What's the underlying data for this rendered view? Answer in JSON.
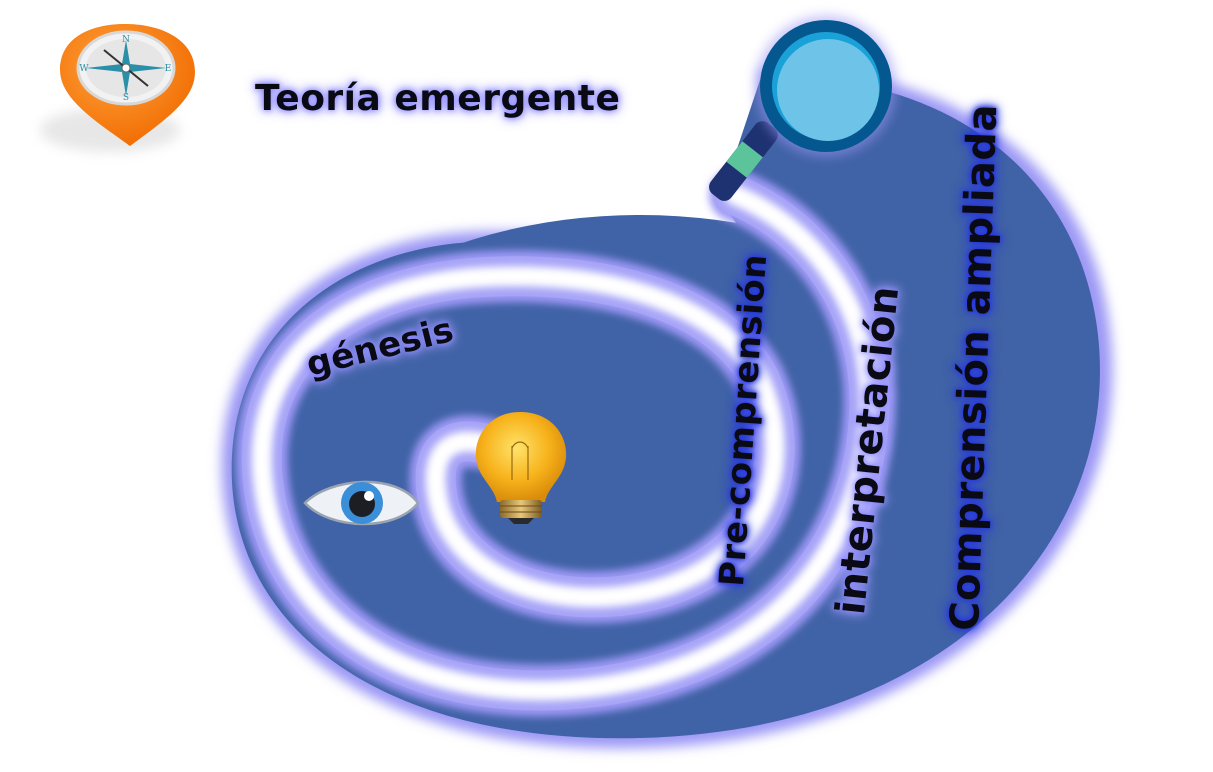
{
  "diagram": {
    "title": "Teoría emergente",
    "stages": [
      {
        "id": "genesis",
        "label": "génesis"
      },
      {
        "id": "pre-comprension",
        "label": "Pre-comprensión"
      },
      {
        "id": "interpretacion",
        "label": "interpretación"
      },
      {
        "id": "comprension-ampliada",
        "label": "Comprensión ampliada"
      }
    ],
    "icons": {
      "top_left": "compass-map-pin-icon",
      "top_right": "magnifying-glass-icon",
      "center": "light-bulb-icon",
      "left": "eye-icon"
    },
    "colors": {
      "spiral_fill": "#4062a6",
      "path_glow": "#9c98f5",
      "path_core": "#ffffff",
      "pin_orange": "#f57c0b",
      "magnifier_ring": "#05588f",
      "magnifier_lens": "#6ec3e8",
      "handle_dark": "#1e3170",
      "handle_green": "#5cc49a",
      "bulb_yellow": "#f7b21b",
      "eye_iris": "#3b8fd9"
    }
  }
}
